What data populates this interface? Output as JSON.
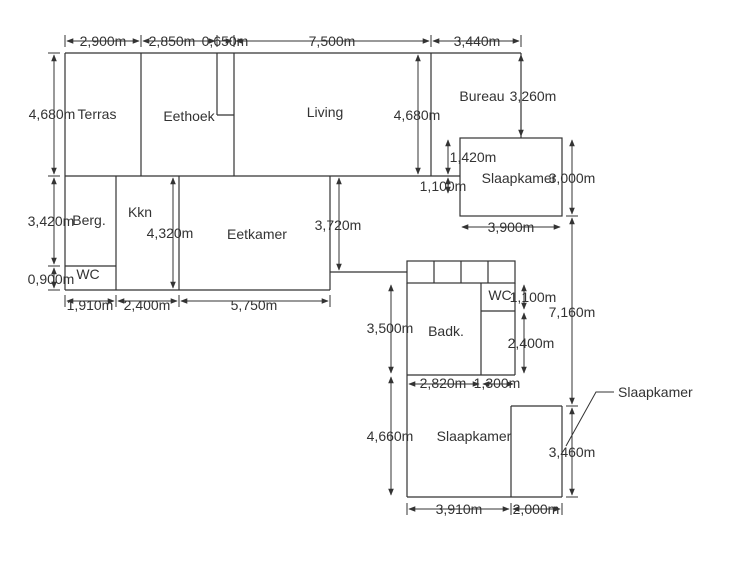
{
  "rooms": {
    "terras": "Terras",
    "eethoek": "Eethoek",
    "living": "Living",
    "bureau": "Bureau",
    "berg": "Berg.",
    "kkn": "Kkn",
    "eetkamer": "Eetkamer",
    "wc1": "WC",
    "slaapkamer1": "Slaapkamer",
    "wc2": "WC",
    "badk": "Badk.",
    "slaapkamer2": "Slaapkamer",
    "slaapkamer_callout": "Slaapkamer"
  },
  "dimensions": {
    "top_2900": "2,900m",
    "top_2850": "2,850m",
    "top_0650": "0,650m",
    "top_7500": "7,500m",
    "top_3440": "3,440m",
    "left_4680": "4,680m",
    "left_3420": "3,420m",
    "left_0900": "0,900m",
    "living_4680": "4,680m",
    "bureau_3260": "3,260m",
    "kkn_4320": "4,320m",
    "eet_3720": "3,720m",
    "bot_1910": "1,910m",
    "bot_2400": "2,400m",
    "bot_5750": "5,750m",
    "sk_1420": "1,420m",
    "sk_1100": "1,100m",
    "sk_3000": "3,000m",
    "sk_3900": "3,900m",
    "wc_1100": "1,100m",
    "badk_3500": "3,500m",
    "badk_2400": "2,400m",
    "right_7160": "7,160m",
    "badk_2820": "2,820m",
    "badk_1300": "1,300m",
    "sk2_4660": "4,660m",
    "right_3460": "3,460m",
    "sk2_3910": "3,910m",
    "sk2_2000": "2,000m"
  }
}
